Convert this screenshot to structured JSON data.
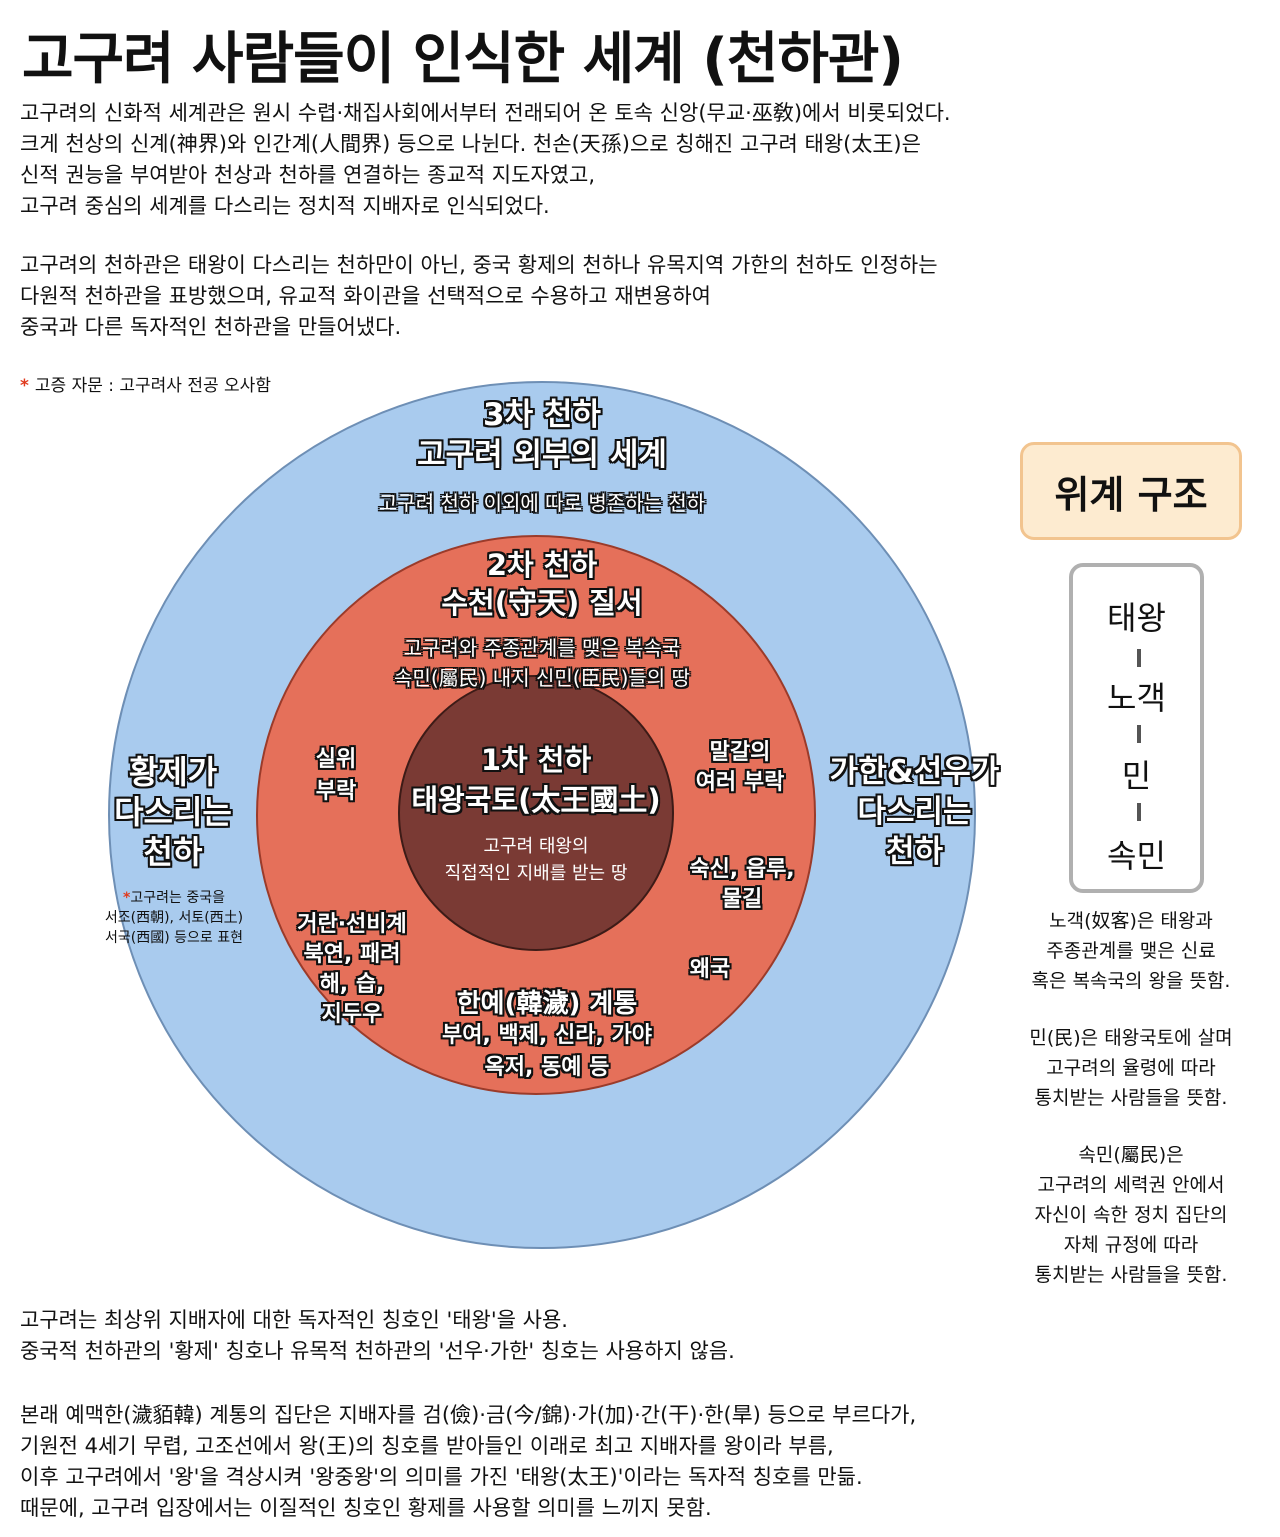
{
  "title": "고구려 사람들이 인식한 세계 (천하관)",
  "intro_para1": [
    "고구려의 신화적 세계관은 원시 수렵·채집사회에서부터 전래되어 온 토속 신앙(무교·巫敎)에서 비롯되었다.",
    "크게 천상의 신계(神界)와 인간계(人間界) 등으로 나뉜다. 천손(天孫)으로 칭해진 고구려 태왕(太王)은",
    "신적 권능을 부여받아 천상과 천하를 연결하는 종교적 지도자였고,",
    "고구려 중심의 세계를 다스리는 정치적 지배자로 인식되었다."
  ],
  "intro_para2": [
    "고구려의 천하관은 태왕이 다스리는 천하만이 아닌, 중국 황제의 천하나 유목지역 가한의 천하도 인정하는",
    "다원적 천하관을 표방했으며, 유교적 화이관을 선택적으로 수용하고 재변용하여",
    "중국과 다른 독자적인 천하관을 만들어냈다."
  ],
  "consult_note": {
    "star": "*",
    "text": "고증 자문 : 고구려사 전공 오사함"
  },
  "diagram": {
    "outer": {
      "title": [
        "3차 천하",
        "고구려 외부의 세계"
      ],
      "desc": "고구려 천하 이외에 따로 병존하는 천하"
    },
    "middle": {
      "title": [
        "2차 천하",
        "수천(守天) 질서"
      ],
      "desc": [
        "고구려와 주종관계를 맺은 복속국",
        "속민(屬民) 내지 신민(臣民)들의 땅"
      ]
    },
    "inner": {
      "title": [
        "1차 천하",
        "태왕국토(太王國土)"
      ],
      "desc": [
        "고구려 태왕의",
        "직접적인 지배를 받는 땅"
      ]
    },
    "left_realm": [
      "황제가",
      "다스리는",
      "천하"
    ],
    "right_realm": [
      "가한&선우가",
      "다스리는",
      "천하"
    ],
    "left_note": {
      "star": "*",
      "lines": [
        "고구려는 중국을",
        "서조(西朝), 서토(西土)",
        "서국(西國) 등으로 표현"
      ]
    },
    "tribes": {
      "silwi": [
        "실위",
        "부락"
      ],
      "malgal": [
        "말갈의",
        "여러 부락"
      ],
      "suksin": [
        "숙신, 읍루,",
        "물길"
      ],
      "waeguk": [
        "왜국"
      ],
      "georan": [
        "거란·선비계",
        "북연, 패려",
        "해, 습,",
        "지두우"
      ],
      "hanye": [
        "한예(韓濊) 계통",
        "부여, 백제, 신라, 가야",
        "옥저, 동예 등"
      ]
    }
  },
  "hierarchy": {
    "title": "위계 구조",
    "items": [
      "태왕",
      "노객",
      "민",
      "속민"
    ]
  },
  "side_notes": [
    [
      "노객(奴客)은 태왕과",
      "주종관계를 맺은 신료",
      "혹은 복속국의 왕을 뜻함."
    ],
    [
      "민(民)은 태왕국토에 살며",
      "고구려의 율령에 따라",
      "통치받는 사람들을 뜻함."
    ],
    [
      "속민(屬民)은",
      "고구려의 세력권 안에서",
      "자신이 속한 정치 집단의",
      "자체 규정에 따라",
      "통치받는 사람들을 뜻함."
    ]
  ],
  "bottom_para1": [
    "고구려는 최상위 지배자에 대한 독자적인 칭호인 '태왕'을 사용.",
    "중국적 천하관의 '황제' 칭호나 유목적 천하관의 '선우·가한' 칭호는 사용하지 않음."
  ],
  "bottom_para2": [
    "본래 예맥한(濊貊韓) 계통의 집단은 지배자를 검(儉)·금(今/錦)·가(加)·간(干)·한(旱) 등으로 부르다가,",
    "기원전 4세기 무렵, 고조선에서 왕(王)의 칭호를 받아들인 이래로 최고 지배자를 왕이라 부름,",
    "이후 고구려에서 '왕'을 격상시켜 '왕중왕'의 의미를 가진 '태왕(太王)'이라는 독자적 칭호를 만듦.",
    "때문에, 고구려 입장에서는 이질적인 칭호인 황제를 사용할 의미를 느끼지 못함."
  ],
  "colors": {
    "outer_circle": "#a9cbee",
    "middle_circle": "#e5705a",
    "inner_circle": "#7a3a34",
    "hier_title_bg": "#fdebd0",
    "accent_star": "#e03a1e"
  }
}
